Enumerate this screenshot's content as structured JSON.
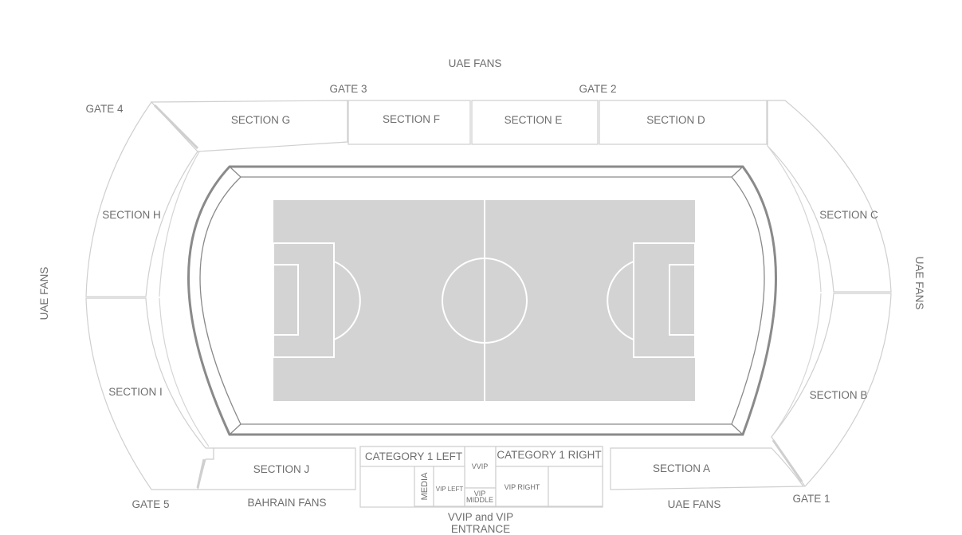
{
  "labels": {
    "uae_fans_top": "UAE FANS",
    "uae_fans_left": "UAE FANS",
    "uae_fans_right": "UAE FANS",
    "uae_fans_bottom": "UAE FANS",
    "bahrain_fans": "BAHRAIN FANS",
    "vvip_entrance_line1": "VVIP and VIP",
    "vvip_entrance_line2": "ENTRANCE"
  },
  "gates": {
    "gate_1": "GATE 1",
    "gate_2": "GATE 2",
    "gate_3": "GATE 3",
    "gate_4": "GATE 4",
    "gate_5": "GATE 5"
  },
  "sections": {
    "a": "SECTION A",
    "b": "SECTION B",
    "c": "SECTION C",
    "d": "SECTION D",
    "e": "SECTION E",
    "f": "SECTION F",
    "g": "SECTION G",
    "h": "SECTION H",
    "i": "SECTION I",
    "j": "SECTION J"
  },
  "categories": {
    "cat1_left": "CATEGORY 1 LEFT",
    "cat1_right": "CATEGORY 1 RIGHT",
    "vvip": "VVIP",
    "media": "MEDIA",
    "vip_left": "VIP LEFT",
    "vip_middle_line1": "VIP",
    "vip_middle_line2": "MIDDLE",
    "vip_right": "VIP RIGHT"
  },
  "colors": {
    "pitch": "#d3d3d4",
    "pitch_lines": "#ffffff",
    "stadium_wall": "#8a8a8a",
    "section_border": "#cfcfcf",
    "label_text": "#6e6e6e"
  }
}
